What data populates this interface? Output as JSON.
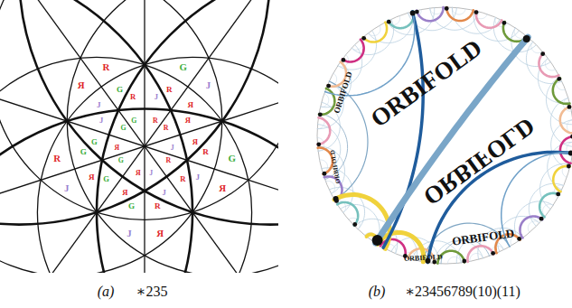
{
  "diagram": {
    "labels": [
      "(a)",
      "∗235",
      "(b)",
      "∗23456789(10)(11)",
      "ORBIFOLD",
      "ORBIFOLD",
      "ORBIFOLD",
      "ORBIFOLD",
      "ORBIFOLD",
      "ORBIFOLD",
      "R",
      "G",
      "Я",
      "J",
      "R",
      "G",
      "Я",
      "J",
      "R",
      "G",
      "Я",
      "J",
      "R",
      "G",
      "Я",
      "J",
      "R",
      "G",
      "Я",
      "J",
      "R",
      "G",
      "Я",
      "J",
      "R",
      "G",
      "Я",
      "J",
      "R",
      "G",
      "Я",
      "J",
      "R",
      "G",
      "Я",
      "J",
      "R",
      "G",
      "Я",
      "J"
    ]
  }
}
